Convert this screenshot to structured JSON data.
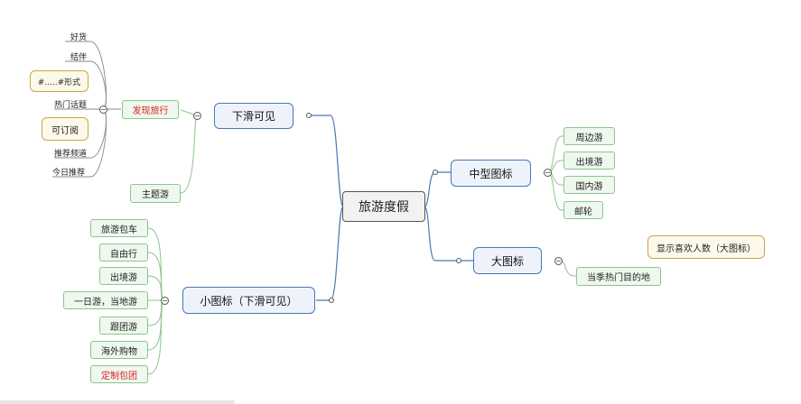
{
  "root": "旅游度假",
  "right": {
    "mid": {
      "label": "中型图标",
      "children": [
        "周边游",
        "出境游",
        "国内游",
        "邮轮"
      ]
    },
    "big": {
      "label": "大图标",
      "child": "当季热门目的地",
      "callout": "显示喜欢人数（大图标）"
    }
  },
  "left": {
    "slide": {
      "label": "下滑可见",
      "discover": {
        "label": "发现旅行",
        "items": [
          "好货",
          "结伴",
          "热门话题",
          "推荐频道",
          "今日推荐"
        ],
        "callout_topic": "#.....#形式",
        "callout_channel": "可订阅"
      },
      "theme": "主题游"
    },
    "small": {
      "label": "小图标（下滑可见）",
      "children": [
        "旅游包车",
        "自由行",
        "出境游",
        "一日游，当地游",
        "跟团游",
        "海外购物",
        "定制包团"
      ]
    }
  },
  "colors": {
    "main_border": "#4a78b5",
    "sub_border": "#8cc58c",
    "callout_border": "#c7a64a",
    "highlight_text": "#e02020"
  },
  "icons": {
    "toggle": "collapse-minus-icon"
  }
}
